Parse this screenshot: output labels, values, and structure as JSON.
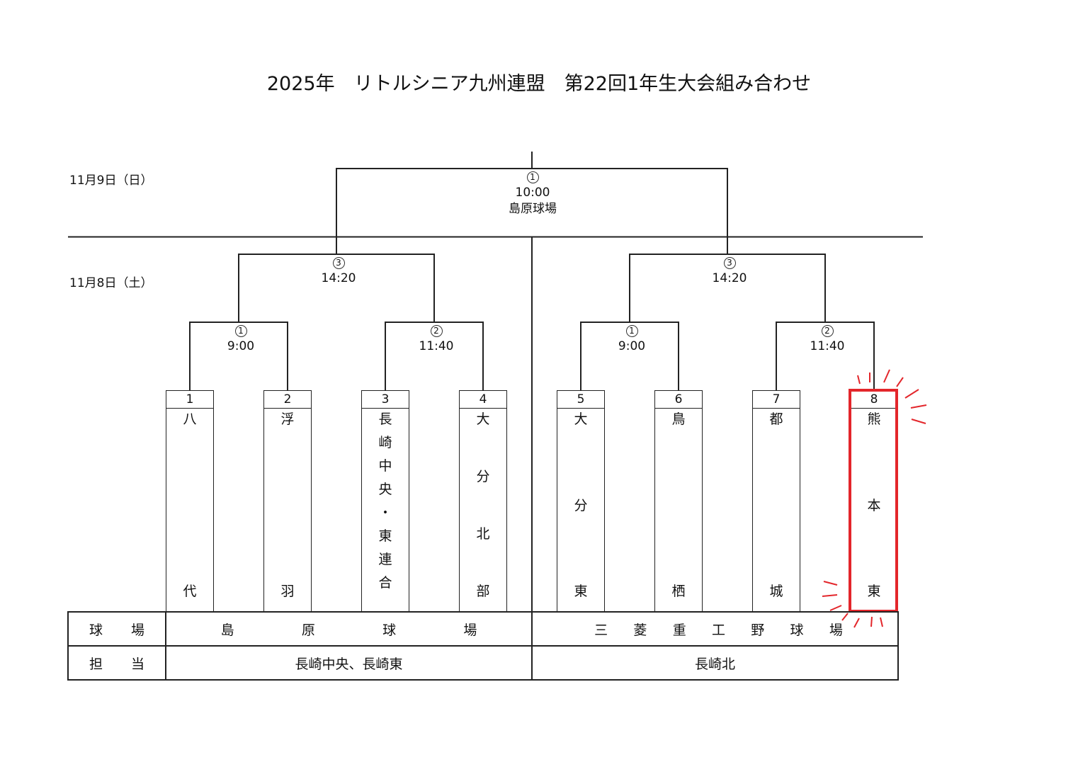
{
  "title": "2025年　リトルシニア九州連盟　第22回1年生大会組み合わせ",
  "dates": {
    "final": "11月9日（日）",
    "first": "11月8日（土）"
  },
  "matches": {
    "final": {
      "no": "1",
      "time": "10:00",
      "venue": "島原球場"
    },
    "semi_left": {
      "no": "3",
      "time": "14:20"
    },
    "semi_right": {
      "no": "3",
      "time": "14:20"
    },
    "r1_a": {
      "no": "1",
      "time": "9:00"
    },
    "r1_b": {
      "no": "2",
      "time": "11:40"
    },
    "r1_c": {
      "no": "1",
      "time": "9:00"
    },
    "r1_d": {
      "no": "2",
      "time": "11:40"
    }
  },
  "teams": [
    {
      "num": "1",
      "chars": [
        "八",
        "代"
      ]
    },
    {
      "num": "2",
      "chars": [
        "浮",
        "羽"
      ]
    },
    {
      "num": "3",
      "chars": [
        "長",
        "崎",
        "中",
        "央",
        "・",
        "東",
        "連",
        "合"
      ]
    },
    {
      "num": "4",
      "chars": [
        "大",
        "分",
        "北",
        "部"
      ]
    },
    {
      "num": "5",
      "chars": [
        "大",
        "分",
        "東"
      ]
    },
    {
      "num": "6",
      "chars": [
        "鳥",
        "栖"
      ]
    },
    {
      "num": "7",
      "chars": [
        "都",
        "城"
      ]
    },
    {
      "num": "8",
      "chars": [
        "熊",
        "本",
        "東"
      ]
    }
  ],
  "table": {
    "venue_label": [
      "球",
      "場"
    ],
    "staff_label": [
      "担",
      "当"
    ],
    "venue_left": [
      "島",
      "原",
      "球",
      "場"
    ],
    "venue_right": [
      "三",
      "菱",
      "重",
      "工",
      "野",
      "球",
      "場"
    ],
    "staff_left": "長崎中央、長崎東",
    "staff_right": "長崎北"
  },
  "highlight": {
    "team": "8",
    "color": "#e3262b"
  }
}
